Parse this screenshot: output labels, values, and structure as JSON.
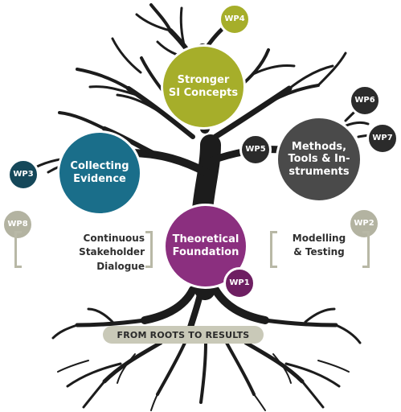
{
  "colors": {
    "trunk": "#1c1c1c",
    "green": "#a6ae2a",
    "teal": "#1a6e8a",
    "dark_teal": "#15485a",
    "purple": "#8b2f7f",
    "dark_purple": "#6e1f62",
    "charcoal": "#4a4a4a",
    "black_circle": "#2b2b2b",
    "gray_circle": "#b3b3a1",
    "bracket": "#b8b8a6",
    "banner": "#c9c9b8"
  },
  "nodes": {
    "stronger_si_concepts": "Stronger\nSI Concepts",
    "collecting_evidence": "Collecting\nEvidence",
    "methods_tools": "Methods,\nTools & In-\nstruments",
    "theoretical_foundation": "Theoretical\nFoundation"
  },
  "workpackages": {
    "wp1": "WP1",
    "wp2": "WP2",
    "wp3": "WP3",
    "wp4": "WP4",
    "wp5": "WP5",
    "wp6": "WP6",
    "wp7": "WP7",
    "wp8": "WP8"
  },
  "labels": {
    "continuous_dialogue": "Continuous\nStakeholder Dialogue",
    "modelling_testing": "Modelling\n& Testing"
  },
  "banner": "FROM ROOTS TO RESULTS"
}
